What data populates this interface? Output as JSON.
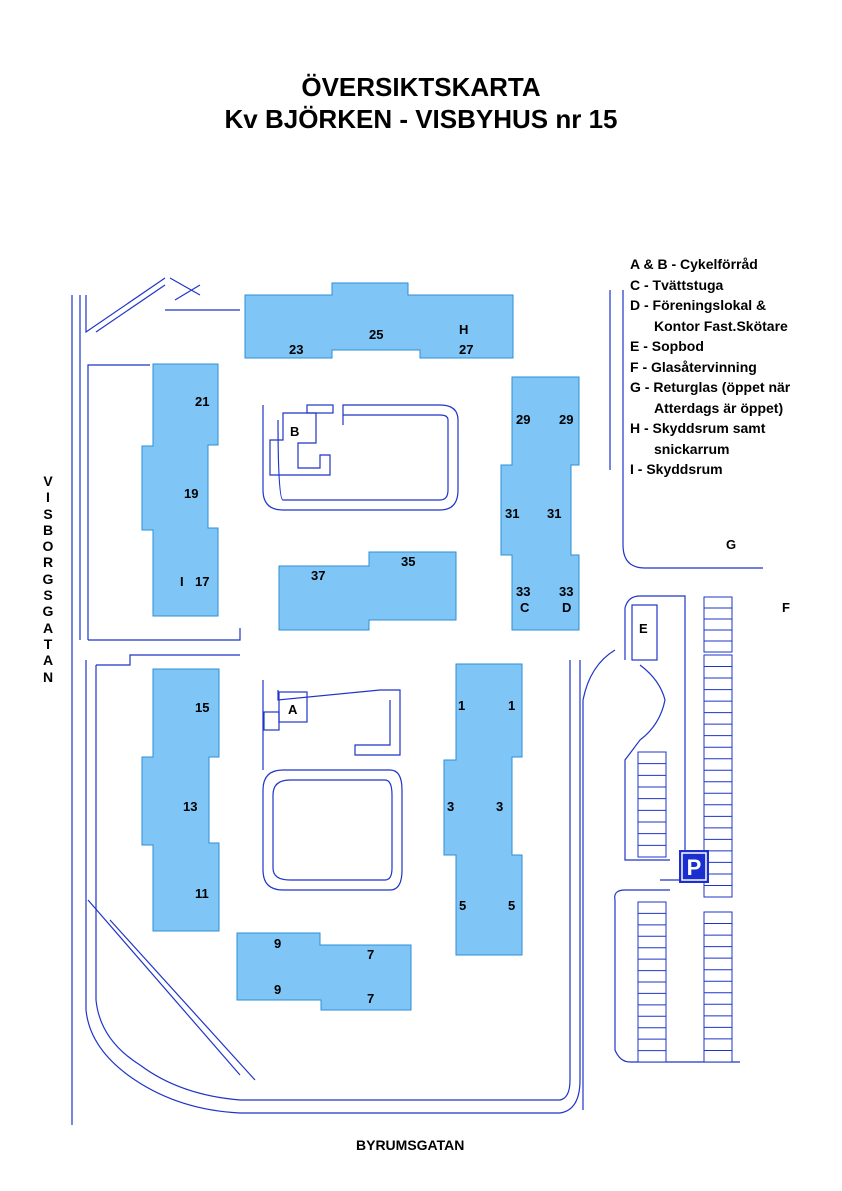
{
  "map": {
    "title_line1": "ÖVERSIKTSKARTA",
    "title_line2": "Kv BJÖRKEN - VISBYHUS nr 15"
  },
  "streets": {
    "west": "VISBORGSGATAN",
    "south": "BYRUMSGATAN"
  },
  "legend": [
    "A & B - Cykelförråd",
    "C - Tvättstuga",
    "D - Föreningslokal &",
    "Kontor Fast.Skötare",
    "E - Sopbod",
    "F - Glasåtervinning",
    "G - Returglas (öppet när",
    "Atterdags är öppet)",
    "H - Skyddsrum samt",
    "snickarrum",
    "I - Skyddsrum"
  ],
  "labels": {
    "n23": "23",
    "n25": "25",
    "H": "H",
    "n27": "27",
    "n21": "21",
    "n19": "19",
    "I": "I",
    "n17": "17",
    "B": "B",
    "A": "A",
    "n29a": "29",
    "n29b": "29",
    "n31a": "31",
    "n31b": "31",
    "n33a": "33",
    "n33b": "33",
    "C": "C",
    "D": "D",
    "n37": "37",
    "n35": "35",
    "n15": "15",
    "n13": "13",
    "n11": "11",
    "n1a": "1",
    "n1b": "1",
    "n3a": "3",
    "n3b": "3",
    "n5a": "5",
    "n5b": "5",
    "n9a": "9",
    "n9b": "9",
    "n7a": "7",
    "n7b": "7",
    "E": "E",
    "F": "F",
    "G": "G",
    "P": "P"
  },
  "colors": {
    "building": "#7fc6f7",
    "paths": "#1f35c8",
    "parking_sign": "#1b2fd0"
  }
}
